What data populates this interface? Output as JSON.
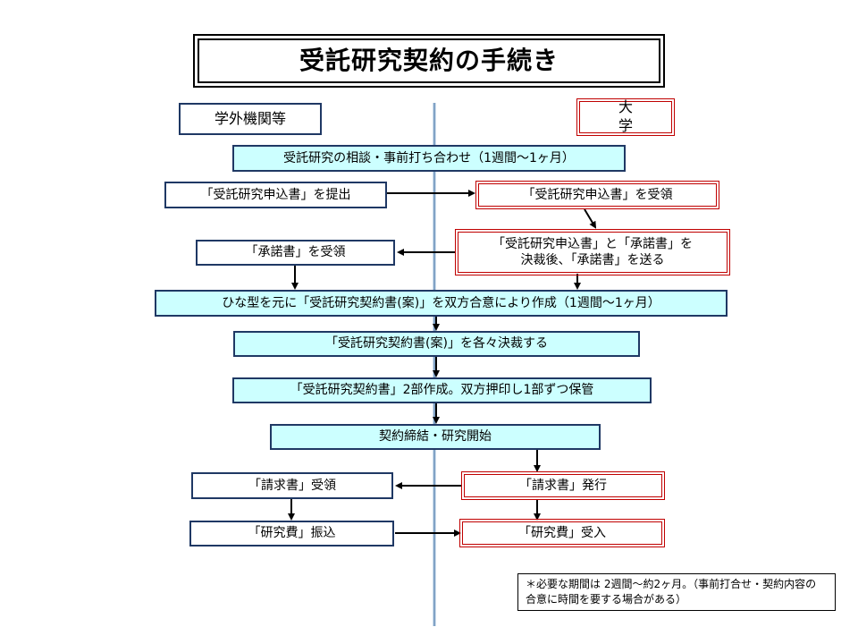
{
  "title": "受託研究契約の手続き",
  "lanes": {
    "left": "学外機関等",
    "right": "大　学"
  },
  "steps": {
    "consult": "受託研究の相談・事前打ち合わせ（1週間～1ヶ月）",
    "submit": "「受託研究申込書」を提出",
    "receive_app": "「受託研究申込書」を受領",
    "approve_line1": "「受託研究申込書」と「承諾書」を",
    "approve_line2": "決裁後、「承諾書」を送る",
    "receive_consent": "「承諾書」を受領",
    "draft": "ひな型を元に「受託研究契約書(案)」を双方合意により作成（1週間～1ヶ月）",
    "each_approve": "「受託研究契約書(案)」を各々決裁する",
    "sign": "「受託研究契約書」2部作成。双方押印し1部ずつ保管",
    "start": "契約締結・研究開始",
    "invoice_issue": "「請求書」発行",
    "invoice_receive": "「請求書」受領",
    "pay": "「研究費」振込",
    "accept": "「研究費」受入"
  },
  "note": {
    "line1": "＊必要な期間は 2週間～約2ヶ月。（事前打合せ・契約内容の",
    "line2": "合意に時間を要する場合がある）"
  },
  "colors": {
    "lane_divider": "#9bbbd9",
    "cyan_fill": "#ccffff",
    "border_blue": "#1f3864",
    "border_red": "#c00000"
  }
}
